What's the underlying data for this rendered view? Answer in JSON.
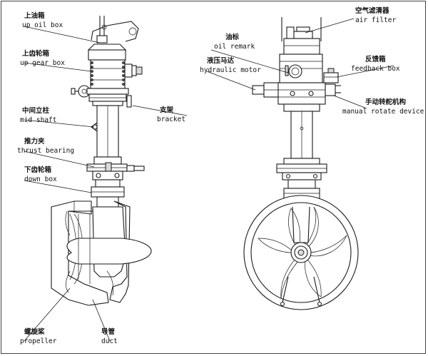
{
  "labels": {
    "up_oil_box": {
      "zh": "上油箱",
      "en": "up oil box"
    },
    "up_gear_box": {
      "zh": "上齿轮箱",
      "en": "up gear box"
    },
    "mid_shaft": {
      "zh": "中间立柱",
      "en": "mid shaft"
    },
    "bracket": {
      "zh": "支架",
      "en": "bracket"
    },
    "thrust_bearing": {
      "zh": "推力夹",
      "en": "thrust bearing"
    },
    "down_box": {
      "zh": "下齿轮箱",
      "en": "down box"
    },
    "propeller": {
      "zh": "螺旋桨",
      "en": "propeller"
    },
    "duct": {
      "zh": "导管",
      "en": "duct"
    },
    "air_filter": {
      "zh": "空气滤清器",
      "en": "air filter"
    },
    "oil_remark": {
      "zh": "油标",
      "en": "oil remark"
    },
    "hydraulic_motor": {
      "zh": "液压马达",
      "en": "hydraulic motor"
    },
    "feedback_box": {
      "zh": "反馈箱",
      "en": "feedback box"
    },
    "manual_rotate_device": {
      "zh": "手动转舵机构",
      "en": "manual rotate device"
    }
  }
}
